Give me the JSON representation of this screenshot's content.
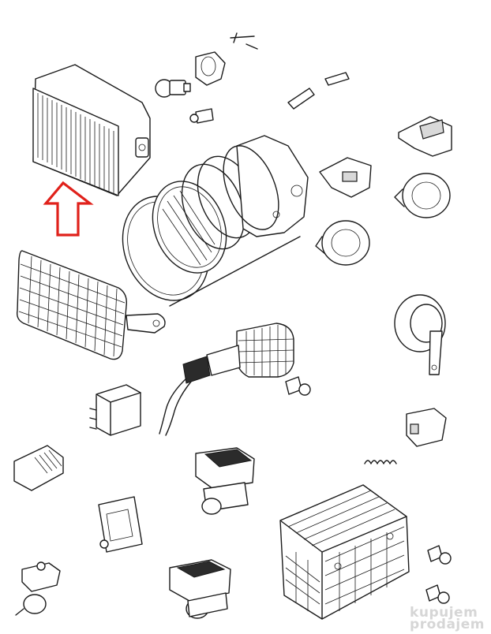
{
  "diagram": {
    "parts": [
      "headlight-housing",
      "headlight-ring",
      "headlight-reflector",
      "headlight-bulb",
      "bulb-socket",
      "headlight-shell",
      "mounting-bracket",
      "headlight-grille",
      "turn-signal",
      "turn-signal-bulb",
      "relay",
      "rectifier",
      "switch-left",
      "switch-right",
      "regulator",
      "battery-box",
      "horn",
      "spring",
      "bulb-small",
      "clamp"
    ],
    "highlight_color": "#e0211b"
  },
  "watermark": {
    "line1": "kupujem",
    "line2": "prodajem"
  }
}
